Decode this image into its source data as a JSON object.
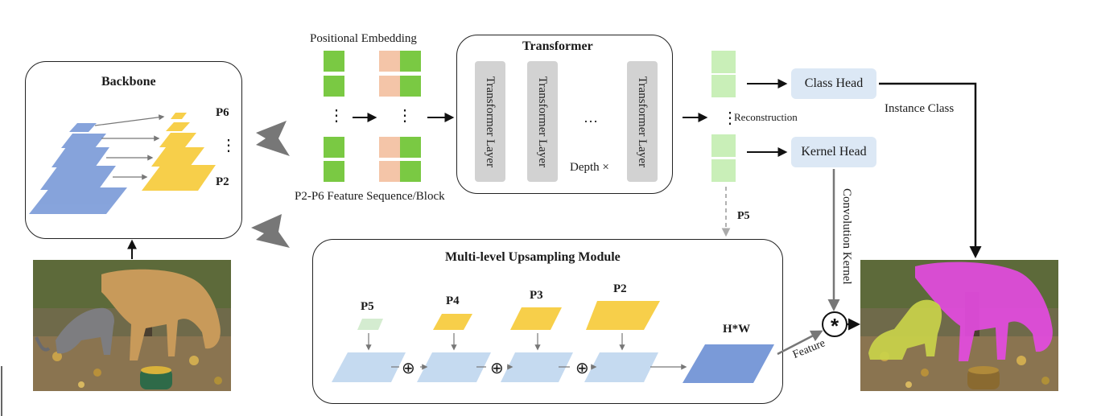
{
  "backbone": {
    "title": "Backbone",
    "label_top": "P6",
    "label_bottom": "P2",
    "dots": "⋮"
  },
  "embedding": {
    "label_top": "Positional Embedding",
    "label_bottom": "P2-P6 Feature Sequence/Block",
    "dots": "⋮"
  },
  "transformer": {
    "title": "Transformer",
    "layers": [
      "Transformer Layer",
      "Transformer Layer",
      "Transformer Layer"
    ],
    "ellipsis": "…",
    "depth": "Depth ×"
  },
  "reconstruction": {
    "label": "Reconstruction",
    "dots": "⋮"
  },
  "heads": {
    "class_head": "Class Head",
    "kernel_head": "Kernel Head",
    "instance_class": "Instance Class",
    "convolution_kernel": "Convolution Kernel"
  },
  "upsampling": {
    "title": "Multi-level Upsampling Module",
    "levels": [
      "P5",
      "P4",
      "P3",
      "P2"
    ],
    "output": "H*W",
    "p5_input": "P5",
    "plus": "⊕"
  },
  "feature_label": "Feature",
  "conv_symbol": "*",
  "colors": {
    "green": "#7ac943",
    "salmon": "#f4c5a8",
    "blue": "#7a9ad8",
    "light_blue": "#c5daf0",
    "yellow": "#f7cf4a",
    "magenta": "#e34be0",
    "seg_yellow": "#c9d34a"
  }
}
